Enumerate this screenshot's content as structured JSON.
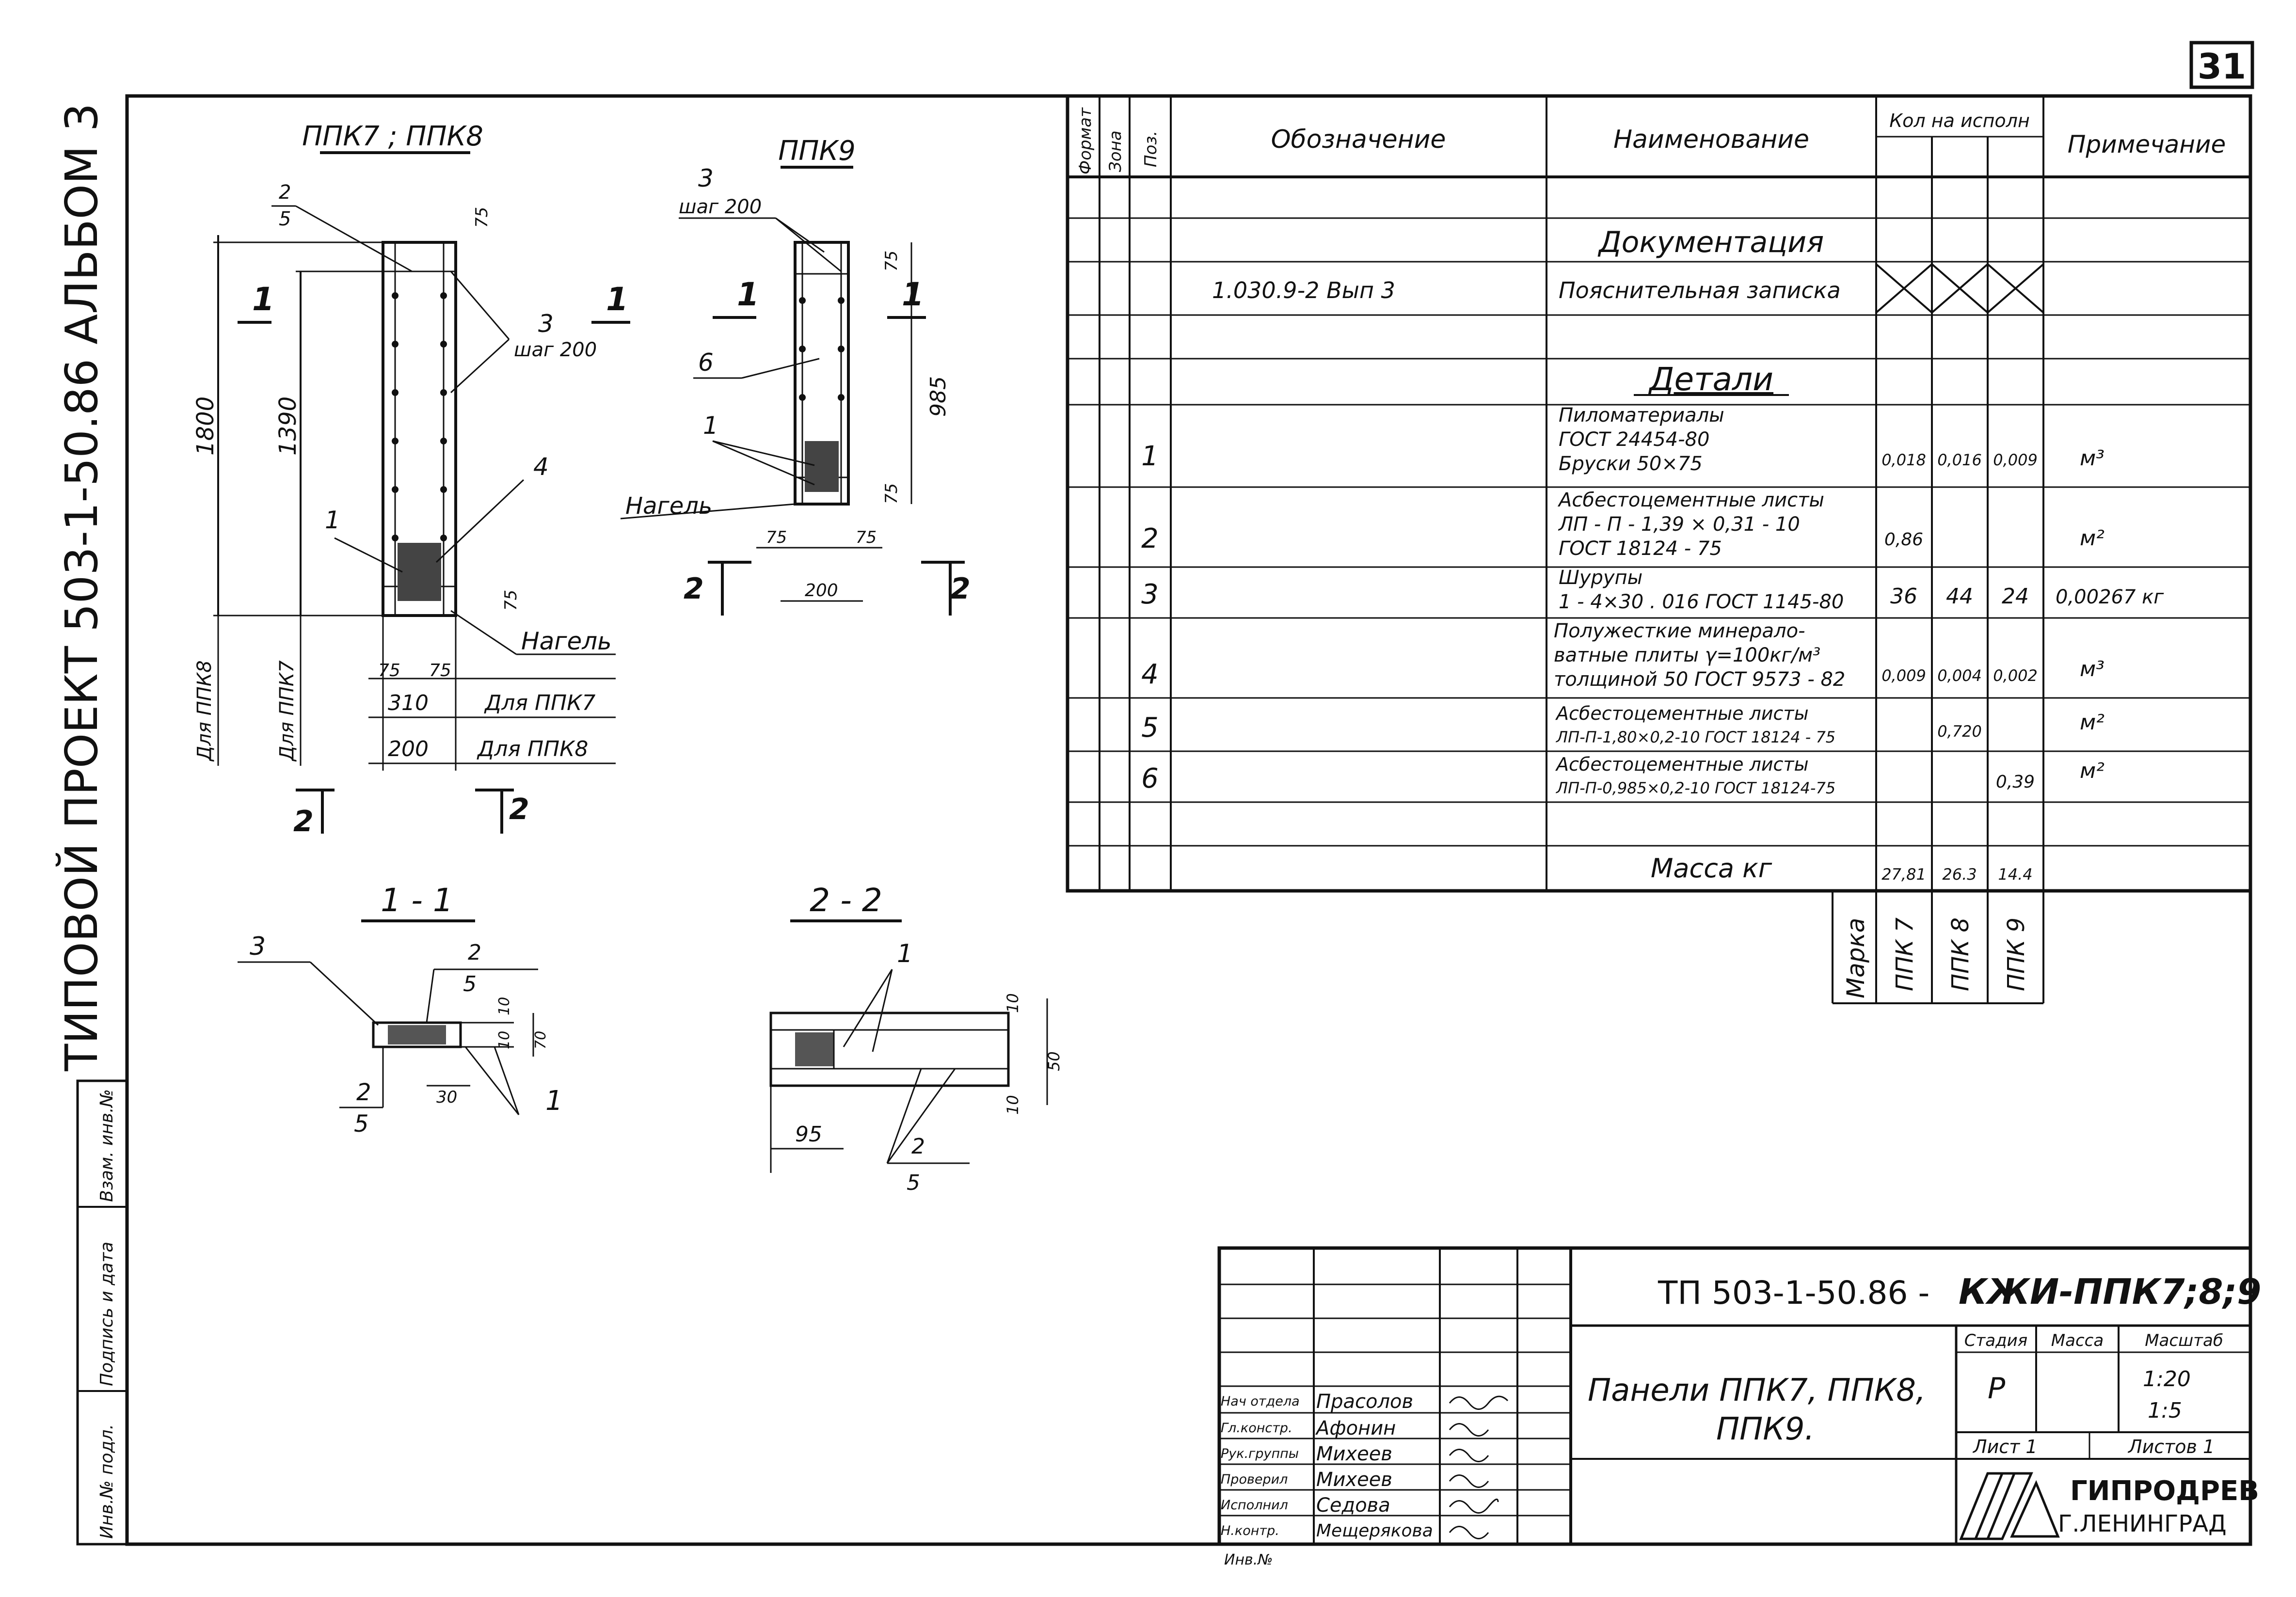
{
  "page_number": "31",
  "side_title": "ТИПОВОЙ ПРОЕКТ 503-1-50.86 АЛЬБОМ 3",
  "stamp_side": [
    "Инв.№ подл.",
    "Подпись и дата",
    "Взам. инв.№"
  ],
  "drawings": {
    "panel_78": {
      "title": "ППК7 ; ППК8",
      "dims": {
        "total_height": "1800",
        "inner_height": "1390",
        "d75a": "75",
        "d75b": "75",
        "d75c": "75",
        "d75d": "75",
        "w310": "310",
        "w200": "200",
        "pos2": "2",
        "pos5": "5",
        "pos3": "3",
        "step": "шаг 200",
        "pos4": "4",
        "pos1": "1",
        "nagel": "Нагель",
        "for_ppk7": "Для ППК7",
        "for_ppk8": "Для ППК8",
        "side_ppk8": "Для ППК8",
        "side_ppk7": "Для ППК7",
        "cut1": "1",
        "cut1b": "1",
        "cut2": "2",
        "cut2b": "2"
      }
    },
    "panel_9": {
      "title": "ППК9",
      "dims": {
        "pos3": "3",
        "step": "шаг 200",
        "d75a": "75",
        "d985": "985",
        "d75b": "75",
        "pos6": "6",
        "pos1": "1",
        "nagel": "Нагель",
        "b75a": "75",
        "b75b": "75",
        "w200": "200",
        "cut1": "1",
        "cut1b": "1",
        "cut2": "2",
        "cut2b": "2"
      }
    },
    "section_11": {
      "title": "1 - 1",
      "labels": {
        "pos3": "3",
        "pos2": "2",
        "pos5": "5",
        "pos2b": "2",
        "pos5b": "5",
        "pos1": "1",
        "d10a": "10",
        "d10b": "10",
        "d70": "70",
        "d30": "30"
      }
    },
    "section_22": {
      "title": "2 - 2",
      "labels": {
        "pos1": "1",
        "d10a": "10",
        "d50": "50",
        "d10b": "10",
        "d95": "95",
        "pos2": "2",
        "pos5": "5"
      }
    }
  },
  "spec_table": {
    "headers": {
      "format": "Формат",
      "zone": "Зона",
      "pos": "Поз.",
      "designation": "Обозначение",
      "name": "Наименование",
      "qty": "Кол на исполн",
      "note": "Примечание"
    },
    "section_docs": "Документация",
    "doc_row": {
      "designation": "1.030.9-2  Вып 3",
      "name": "Пояснительная записка"
    },
    "section_parts": "Детали",
    "rows": [
      {
        "pos": "1",
        "name": [
          "Пиломатериалы",
          "ГОСТ 24454-80",
          "Бруски 50×75"
        ],
        "q1": "0,018",
        "q2": "0,016",
        "q3": "0,009",
        "note": "м³"
      },
      {
        "pos": "2",
        "name": [
          "Асбестоцементные листы",
          "ЛП - П - 1,39 × 0,31 - 10",
          "ГОСТ 18124 - 75"
        ],
        "q1": "0,86",
        "q2": "",
        "q3": "",
        "note": "м²"
      },
      {
        "pos": "3",
        "name": [
          "Шурупы",
          "1 - 4×30 . 016 ГОСТ 1145-80"
        ],
        "q1": "36",
        "q2": "44",
        "q3": "24",
        "note": "0,00267 кг"
      },
      {
        "pos": "4",
        "name": [
          "Полужесткие минерало-",
          "ватные плиты γ=100кг/м³",
          "толщиной 50 ГОСТ 9573 - 82"
        ],
        "q1": "0,009",
        "q2": "0,004",
        "q3": "0,002",
        "note": "м³"
      },
      {
        "pos": "5",
        "name": [
          "Асбестоцементные листы",
          "ЛП-П-1,80×0,2-10 ГОСТ 18124 - 75"
        ],
        "q1": "",
        "q2": "0,720",
        "q3": "",
        "note": "м²"
      },
      {
        "pos": "6",
        "name": [
          "Асбестоцементные листы",
          "ЛП-П-0,985×0,2-10 ГОСТ 18124-75"
        ],
        "q1": "",
        "q2": "",
        "q3": "0,39",
        "note": "м²"
      }
    ],
    "mass_label": "Масса кг",
    "mass": [
      "27,81",
      "26.3",
      "14.4"
    ],
    "marka_label": "Марка",
    "marks": [
      "ППК 7",
      "ППК 8",
      "ППК 9"
    ]
  },
  "title_block": {
    "code": "ТП 503-1-50.86 -",
    "code_suffix": "КЖИ-ППК7;8;9",
    "name": [
      "Панели ППК7, ППК8,",
      "ППК9."
    ],
    "stage_label": "Стадия",
    "mass_label": "Масса",
    "scale_label": "Масштаб",
    "stage": "Р",
    "scale": [
      "1:20",
      "1:5"
    ],
    "sheet_label": "Лист 1",
    "sheets_label": "Листов 1",
    "org": [
      "ГИПРОДРЕВ",
      "Г.ЛЕНИНГРАД"
    ],
    "staff": [
      {
        "role": "Нач отдела",
        "name": "Прасолов"
      },
      {
        "role": "Гл.констр.",
        "name": "Афонин"
      },
      {
        "role": "Рук.группы",
        "name": "Михеев"
      },
      {
        "role": "Проверил",
        "name": "Михеев"
      },
      {
        "role": "Исполнил",
        "name": "Седова"
      },
      {
        "role": "Н.контр.",
        "name": "Мещерякова"
      }
    ],
    "inv_label": "Инв.№"
  }
}
